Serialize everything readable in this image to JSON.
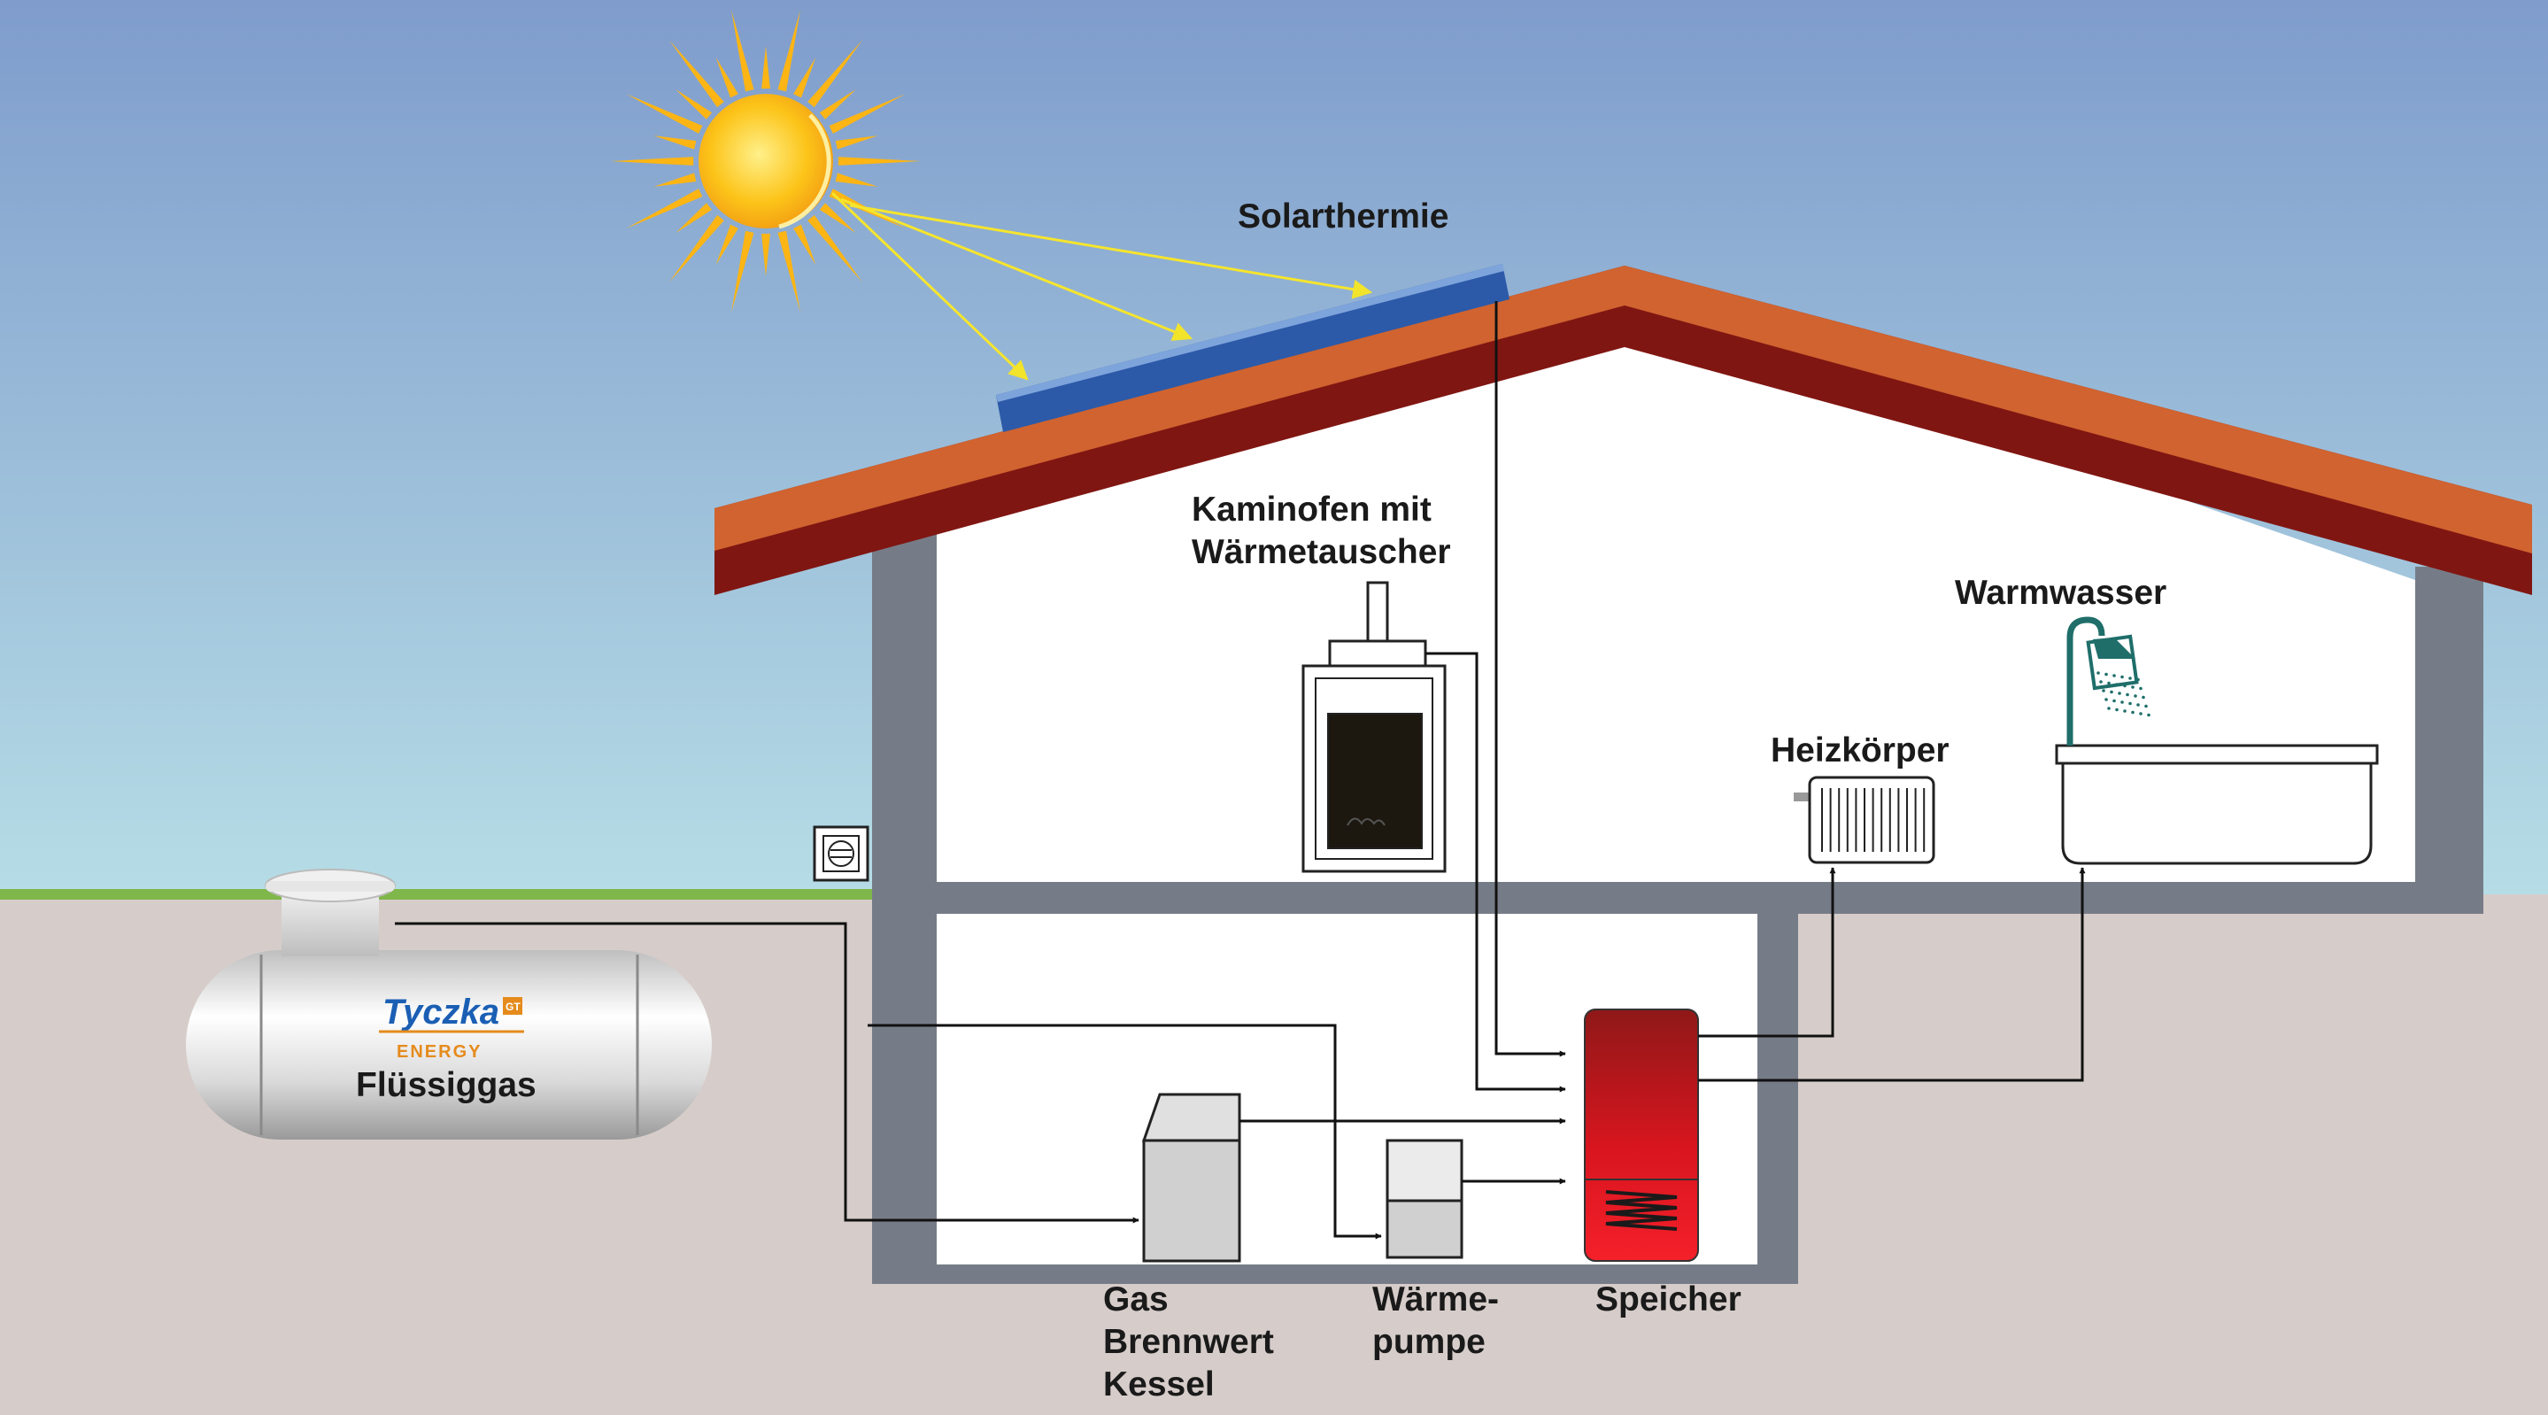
{
  "labels": {
    "solar": "Solarthermie",
    "stove_line1": "Kaminofen mit",
    "stove_line2": "Wärmetauscher",
    "hot_water": "Warmwasser",
    "radiator": "Heizkörper",
    "tank": "Flüssiggas",
    "boiler_line1": "Gas",
    "boiler_line2": "Brennwert",
    "boiler_line3": "Kessel",
    "heat_pump_line1": "Wärme-",
    "heat_pump_line2": "pumpe",
    "storage": "Speicher"
  },
  "logo": {
    "brand": "Tyczka",
    "sub": "ENERGY",
    "badge": "GT"
  },
  "colors": {
    "sky_top": "#7f9ccc",
    "sky_bottom": "#b6dde6",
    "ground": "#d6cdca",
    "grass": "#7fb74a",
    "wall": "#767c87",
    "roof_top": "#d0632f",
    "roof_bottom": "#801612",
    "solar_panel": "#2c5aa8",
    "sun": "#fcc419",
    "sun_ray": "#f6e52d",
    "storage_top": "#8f1818",
    "storage_bottom": "#f4202a",
    "shower": "#1f6e6a"
  }
}
